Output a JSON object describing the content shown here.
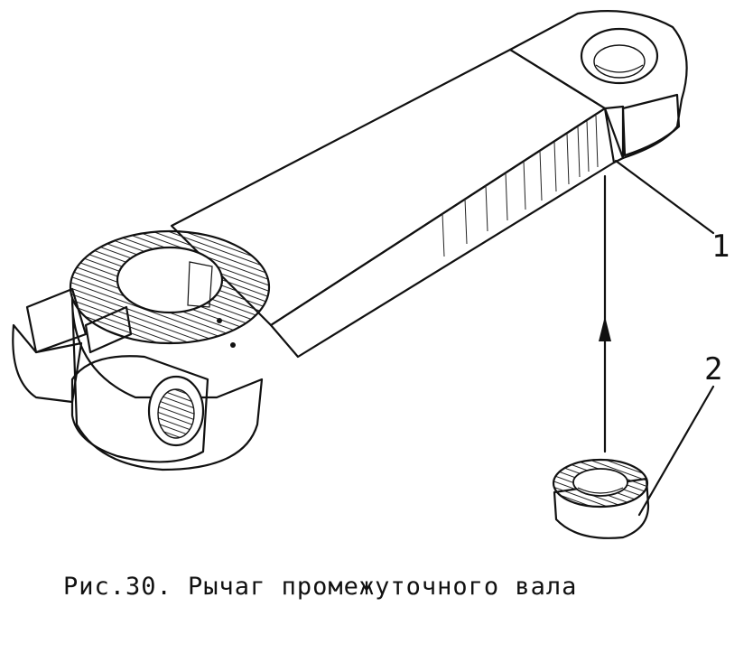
{
  "figure": {
    "callouts": [
      "1",
      "2"
    ],
    "caption": "Рис.30. Рычаг промежуточного вала"
  }
}
